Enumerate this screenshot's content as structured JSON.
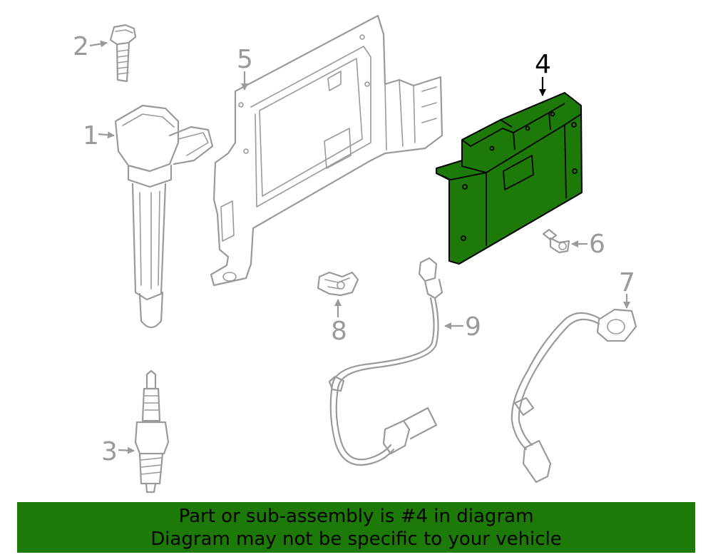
{
  "callouts": {
    "c1": "1",
    "c2": "2",
    "c3": "3",
    "c4": "4",
    "c5": "5",
    "c6": "6",
    "c7": "7",
    "c8": "8",
    "c9": "9"
  },
  "highlight": {
    "part": "4",
    "color": "#1e7a08"
  },
  "banner": {
    "line1": "Part or sub-assembly is #4 in diagram",
    "line2": "Diagram may not be specific to your vehicle"
  }
}
